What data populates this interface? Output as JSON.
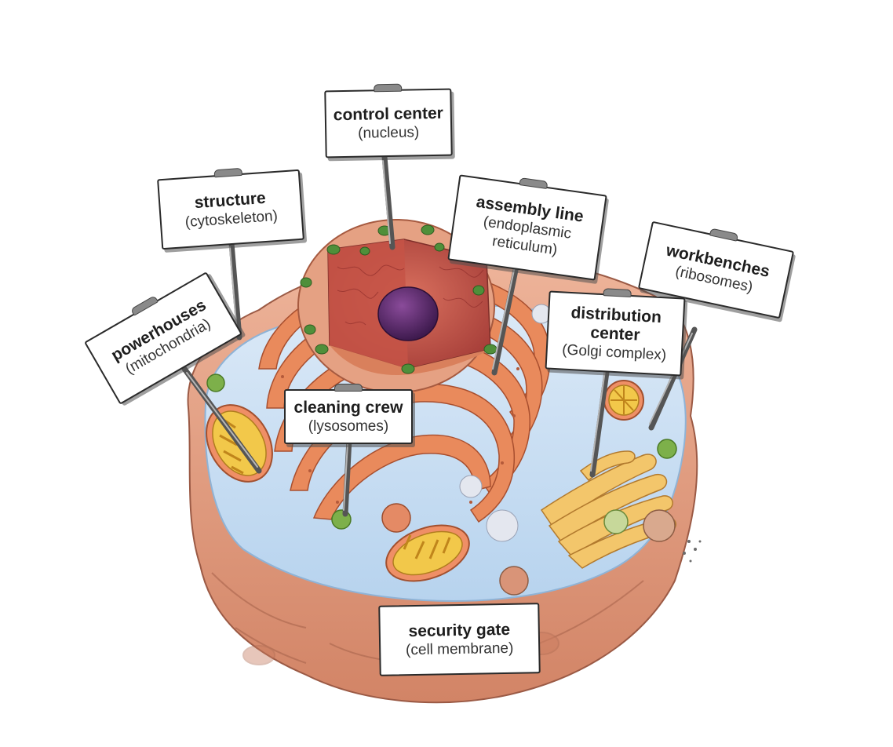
{
  "labels": {
    "nucleus": {
      "title": "control center",
      "sub": "(nucleus)"
    },
    "cytoskeleton": {
      "title": "structure",
      "sub": "(cytoskeleton)"
    },
    "er": {
      "title": "assembly line",
      "sub": "(endoplasmic",
      "sub2": "reticulum)"
    },
    "ribosomes": {
      "title": "workbenches",
      "sub": "(ribosomes)"
    },
    "mitochondria": {
      "title": "powerhouses",
      "sub": "(mitochondria)"
    },
    "golgi": {
      "title": "distribution",
      "title2": "center",
      "sub": "(Golgi complex)"
    },
    "lysosomes": {
      "title": "cleaning crew",
      "sub": "(lysosomes)"
    },
    "membrane": {
      "title": "security gate",
      "sub": "(cell membrane)"
    }
  },
  "colors": {
    "membrane": "#e39a7c",
    "membrane_dark": "#b8674c",
    "cytoplasm": "#c9dff2",
    "nucleus_envelope": "#e5a183",
    "nucleus_inner": "#c8584a",
    "nucleolus": "#5a2a6a",
    "pores": "#4f8f3a",
    "er": "#e98a5c",
    "mito": "#f2c84a",
    "golgi": "#f3c66b",
    "ribosome_green": "#7db04a"
  }
}
